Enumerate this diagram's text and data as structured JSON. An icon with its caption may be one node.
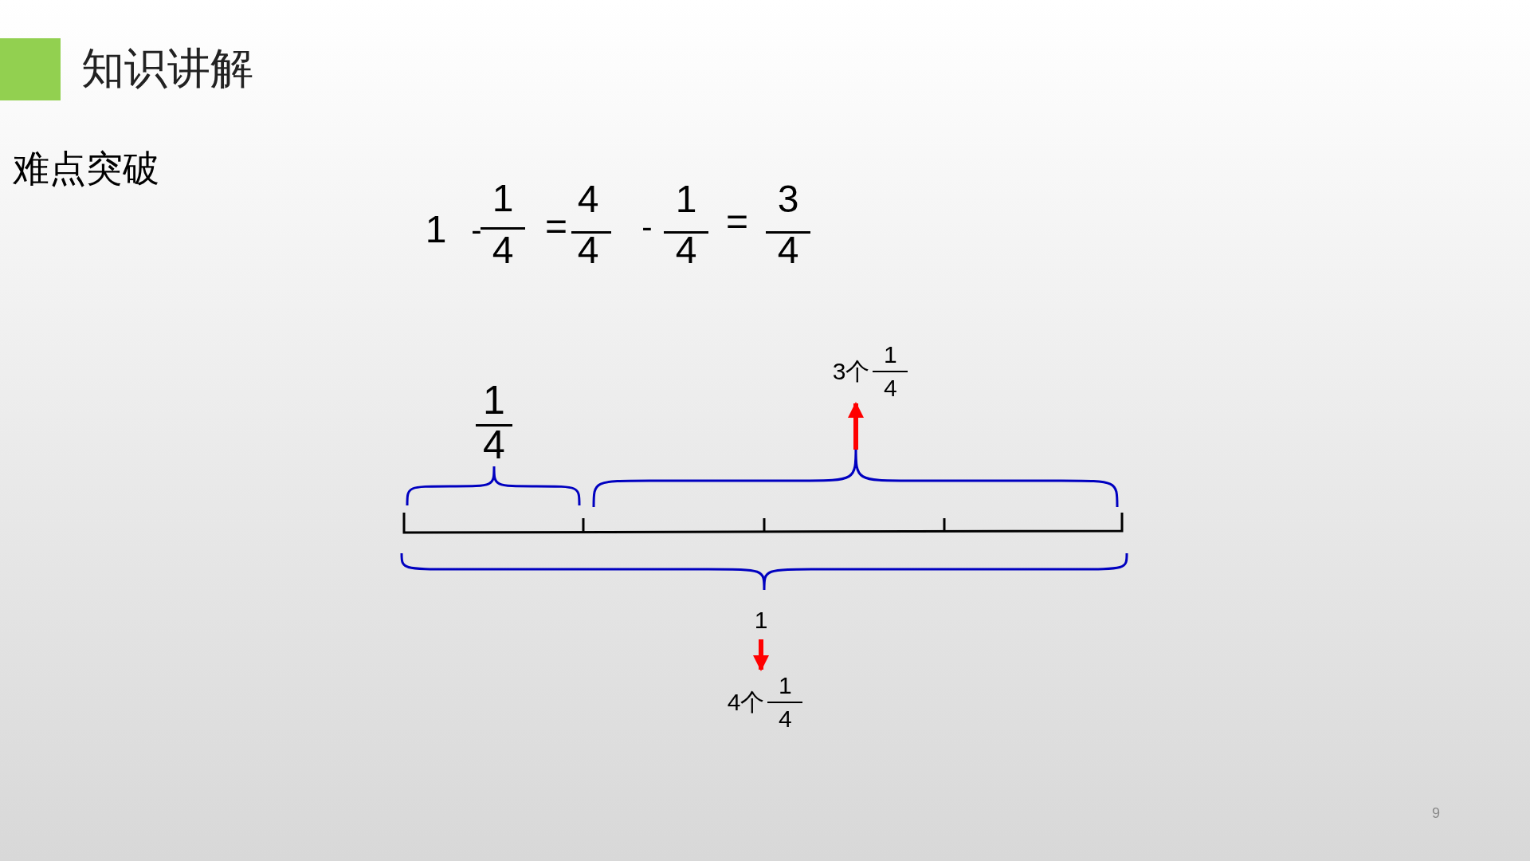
{
  "diagram": {
    "title": "知识讲解",
    "nodes": [
      {
        "text": [
          "1"
        ]
      },
      {
        "text": [
          "4个",
          "1",
          "4"
        ]
      },
      {
        "text": [
          "3个",
          "1",
          "4"
        ]
      },
      {
        "text": [],
        "shape": "brace"
      }
    ],
    "edges": [
      {
        "from": 0,
        "to": 1,
        "arrow": "to"
      },
      {
        "from": 3,
        "to": 2,
        "arrow": "to"
      }
    ],
    "labels": [
      "难点突破",
      "1",
      "-",
      "1",
      "4",
      "=",
      "4",
      "4",
      "-",
      "1",
      "4",
      "=",
      "3",
      "4",
      "1",
      "4",
      "9"
    ]
  }
}
